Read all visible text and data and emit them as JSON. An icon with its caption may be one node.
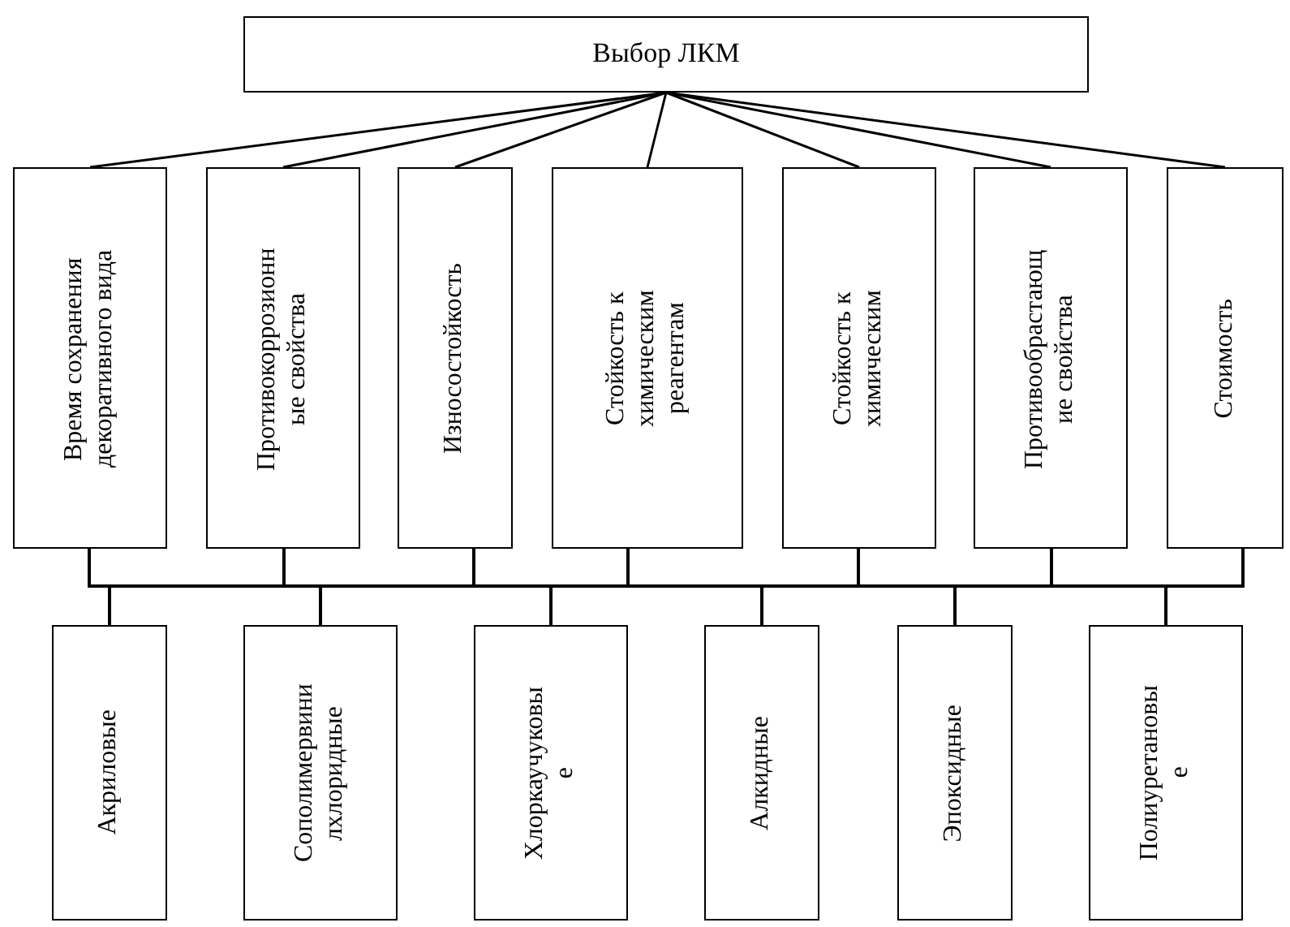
{
  "diagram": {
    "nodes": [
      {
        "text": [
          "Выбор ЛКМ"
        ]
      },
      {
        "text": [
          "Время сохранения декоративного вида"
        ]
      },
      {
        "text": [
          "Противокоррозионн ые свойства"
        ]
      },
      {
        "text": [
          "Износостойкость"
        ]
      },
      {
        "text": [
          "Стойкость к химическим реагентам"
        ]
      },
      {
        "text": [
          "Стойкость к химическим"
        ]
      },
      {
        "text": [
          "Противообрастающ ие свойства"
        ]
      },
      {
        "text": [
          "Стоимость"
        ]
      },
      {
        "text": [
          "Акриловые"
        ]
      },
      {
        "text": [
          "Сополимервини лхлоридные"
        ]
      },
      {
        "text": [
          "Хлоркаучуковы е"
        ]
      },
      {
        "text": [
          "Алкидные"
        ]
      },
      {
        "text": [
          "Эпоксидные"
        ]
      },
      {
        "text": [
          "Полиуретановы е"
        ]
      }
    ],
    "edges": [
      {
        "from": 0,
        "to": 1,
        "arrow": "none"
      },
      {
        "from": 0,
        "to": 2,
        "arrow": "none"
      },
      {
        "from": 0,
        "to": 3,
        "arrow": "none"
      },
      {
        "from": 0,
        "to": 4,
        "arrow": "none"
      },
      {
        "from": 0,
        "to": 5,
        "arrow": "none"
      },
      {
        "from": 0,
        "to": 6,
        "arrow": "none"
      },
      {
        "from": 0,
        "to": 7,
        "arrow": "none"
      },
      {
        "from": 1,
        "to": 8,
        "arrow": "none"
      },
      {
        "from": 1,
        "to": 9,
        "arrow": "none"
      },
      {
        "from": 1,
        "to": 10,
        "arrow": "none"
      },
      {
        "from": 1,
        "to": 11,
        "arrow": "none"
      },
      {
        "from": 1,
        "to": 12,
        "arrow": "none"
      },
      {
        "from": 1,
        "to": 13,
        "arrow": "none"
      },
      {
        "from": 2,
        "to": 8,
        "arrow": "none"
      },
      {
        "from": 2,
        "to": 9,
        "arrow": "none"
      },
      {
        "from": 2,
        "to": 10,
        "arrow": "none"
      },
      {
        "from": 2,
        "to": 11,
        "arrow": "none"
      },
      {
        "from": 2,
        "to": 12,
        "arrow": "none"
      },
      {
        "from": 2,
        "to": 13,
        "arrow": "none"
      },
      {
        "from": 3,
        "to": 8,
        "arrow": "none"
      },
      {
        "from": 3,
        "to": 9,
        "arrow": "none"
      },
      {
        "from": 3,
        "to": 10,
        "arrow": "none"
      },
      {
        "from": 3,
        "to": 11,
        "arrow": "none"
      },
      {
        "from": 3,
        "to": 12,
        "arrow": "none"
      },
      {
        "from": 3,
        "to": 13,
        "arrow": "none"
      },
      {
        "from": 4,
        "to": 8,
        "arrow": "none"
      },
      {
        "from": 4,
        "to": 9,
        "arrow": "none"
      },
      {
        "from": 4,
        "to": 10,
        "arrow": "none"
      },
      {
        "from": 4,
        "to": 11,
        "arrow": "none"
      },
      {
        "from": 4,
        "to": 12,
        "arrow": "none"
      },
      {
        "from": 4,
        "to": 13,
        "arrow": "none"
      },
      {
        "from": 5,
        "to": 8,
        "arrow": "none"
      },
      {
        "from": 5,
        "to": 9,
        "arrow": "none"
      },
      {
        "from": 5,
        "to": 10,
        "arrow": "none"
      },
      {
        "from": 5,
        "to": 11,
        "arrow": "none"
      },
      {
        "from": 5,
        "to": 12,
        "arrow": "none"
      },
      {
        "from": 5,
        "to": 13,
        "arrow": "none"
      },
      {
        "from": 6,
        "to": 8,
        "arrow": "none"
      },
      {
        "from": 6,
        "to": 9,
        "arrow": "none"
      },
      {
        "from": 6,
        "to": 10,
        "arrow": "none"
      },
      {
        "from": 6,
        "to": 11,
        "arrow": "none"
      },
      {
        "from": 6,
        "to": 12,
        "arrow": "none"
      },
      {
        "from": 6,
        "to": 13,
        "arrow": "none"
      },
      {
        "from": 7,
        "to": 8,
        "arrow": "none"
      },
      {
        "from": 7,
        "to": 9,
        "arrow": "none"
      },
      {
        "from": 7,
        "to": 10,
        "arrow": "none"
      },
      {
        "from": 7,
        "to": 11,
        "arrow": "none"
      },
      {
        "from": 7,
        "to": 12,
        "arrow": "none"
      },
      {
        "from": 7,
        "to": 13,
        "arrow": "none"
      }
    ]
  }
}
